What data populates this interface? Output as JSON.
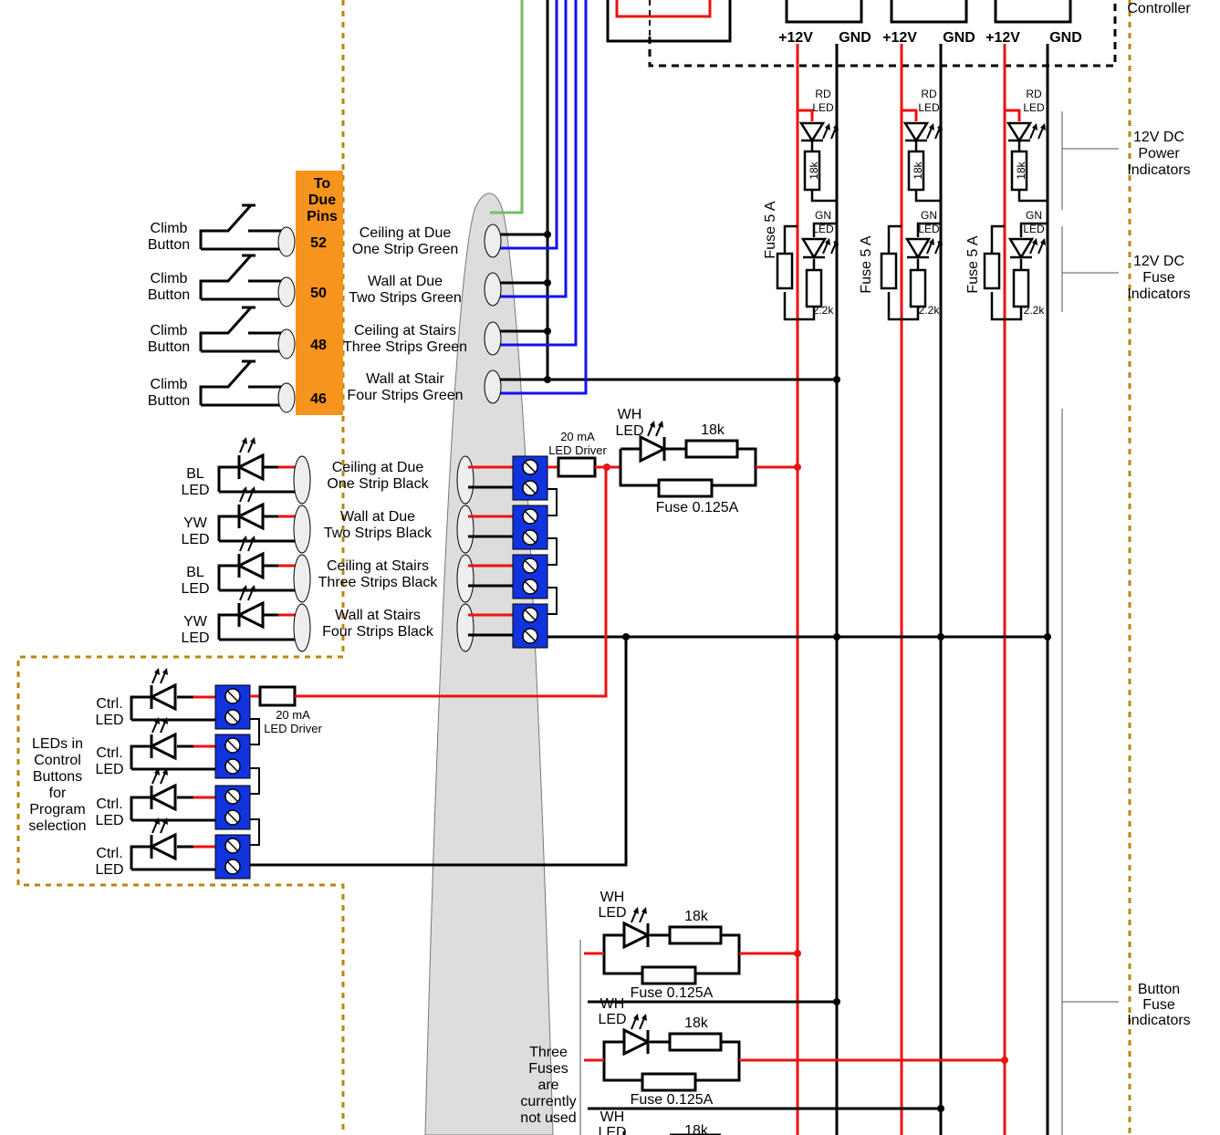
{
  "header": {
    "controller": "Controller",
    "plus12v": "+12V",
    "gnd": "GND"
  },
  "due_pins": {
    "title": [
      "To",
      "Due",
      "Pins"
    ],
    "pins": [
      "52",
      "50",
      "48",
      "46"
    ],
    "color": "#f7941d"
  },
  "climb_buttons": [
    "Climb\nButton",
    "Climb\nButton",
    "Climb\nButton",
    "Climb\nButton"
  ],
  "green_wires": [
    [
      "Ceiling at Due",
      "One Strip Green"
    ],
    [
      "Wall at Due",
      "Two Strips Green"
    ],
    [
      "Ceiling at Stairs",
      "Three Strips Green"
    ],
    [
      "Wall at Stair",
      "Four Strips Green"
    ]
  ],
  "black_wires": [
    [
      "Ceiling at Due",
      "One Strip Black"
    ],
    [
      "Wall at Due",
      "Two Strips Black"
    ],
    [
      "Ceiling at Stairs",
      "Three Strips Black"
    ],
    [
      "Wall at Stairs",
      "Four Strips Black"
    ]
  ],
  "strip_leds": [
    [
      "BL",
      "LED"
    ],
    [
      "YW",
      "LED"
    ],
    [
      "BL",
      "LED"
    ],
    [
      "YW",
      "LED"
    ]
  ],
  "driver": [
    "20 mA",
    "LED Driver"
  ],
  "wh_led": [
    "WH",
    "LED"
  ],
  "r18k": "18k",
  "fuse_0125": "Fuse 0.125A",
  "rd_led": [
    "RD",
    "LED"
  ],
  "gn_led": [
    "GN",
    "LED"
  ],
  "r22k": "2.2k",
  "fuse5a": "Fuse 5 A",
  "side_labels": {
    "power": [
      "12V DC",
      "Power",
      "Indicators"
    ],
    "fuse": [
      "12V DC",
      "Fuse",
      "Indicators"
    ],
    "button": [
      "Button",
      "Fuse",
      "Indicators"
    ]
  },
  "ctrl_led": [
    "Ctrl.",
    "LED"
  ],
  "control_buttons_label": [
    "LEDs in",
    "Control",
    "Buttons",
    "for",
    "Program",
    "selection"
  ],
  "three_fuses": [
    "Three",
    "Fuses",
    "are",
    "currently",
    "not used"
  ],
  "colors": {
    "red": "#ee1111",
    "blue": "#1111ee",
    "green": "#77bb66",
    "terminal": "#1133dd",
    "dash": "#b8860b"
  }
}
